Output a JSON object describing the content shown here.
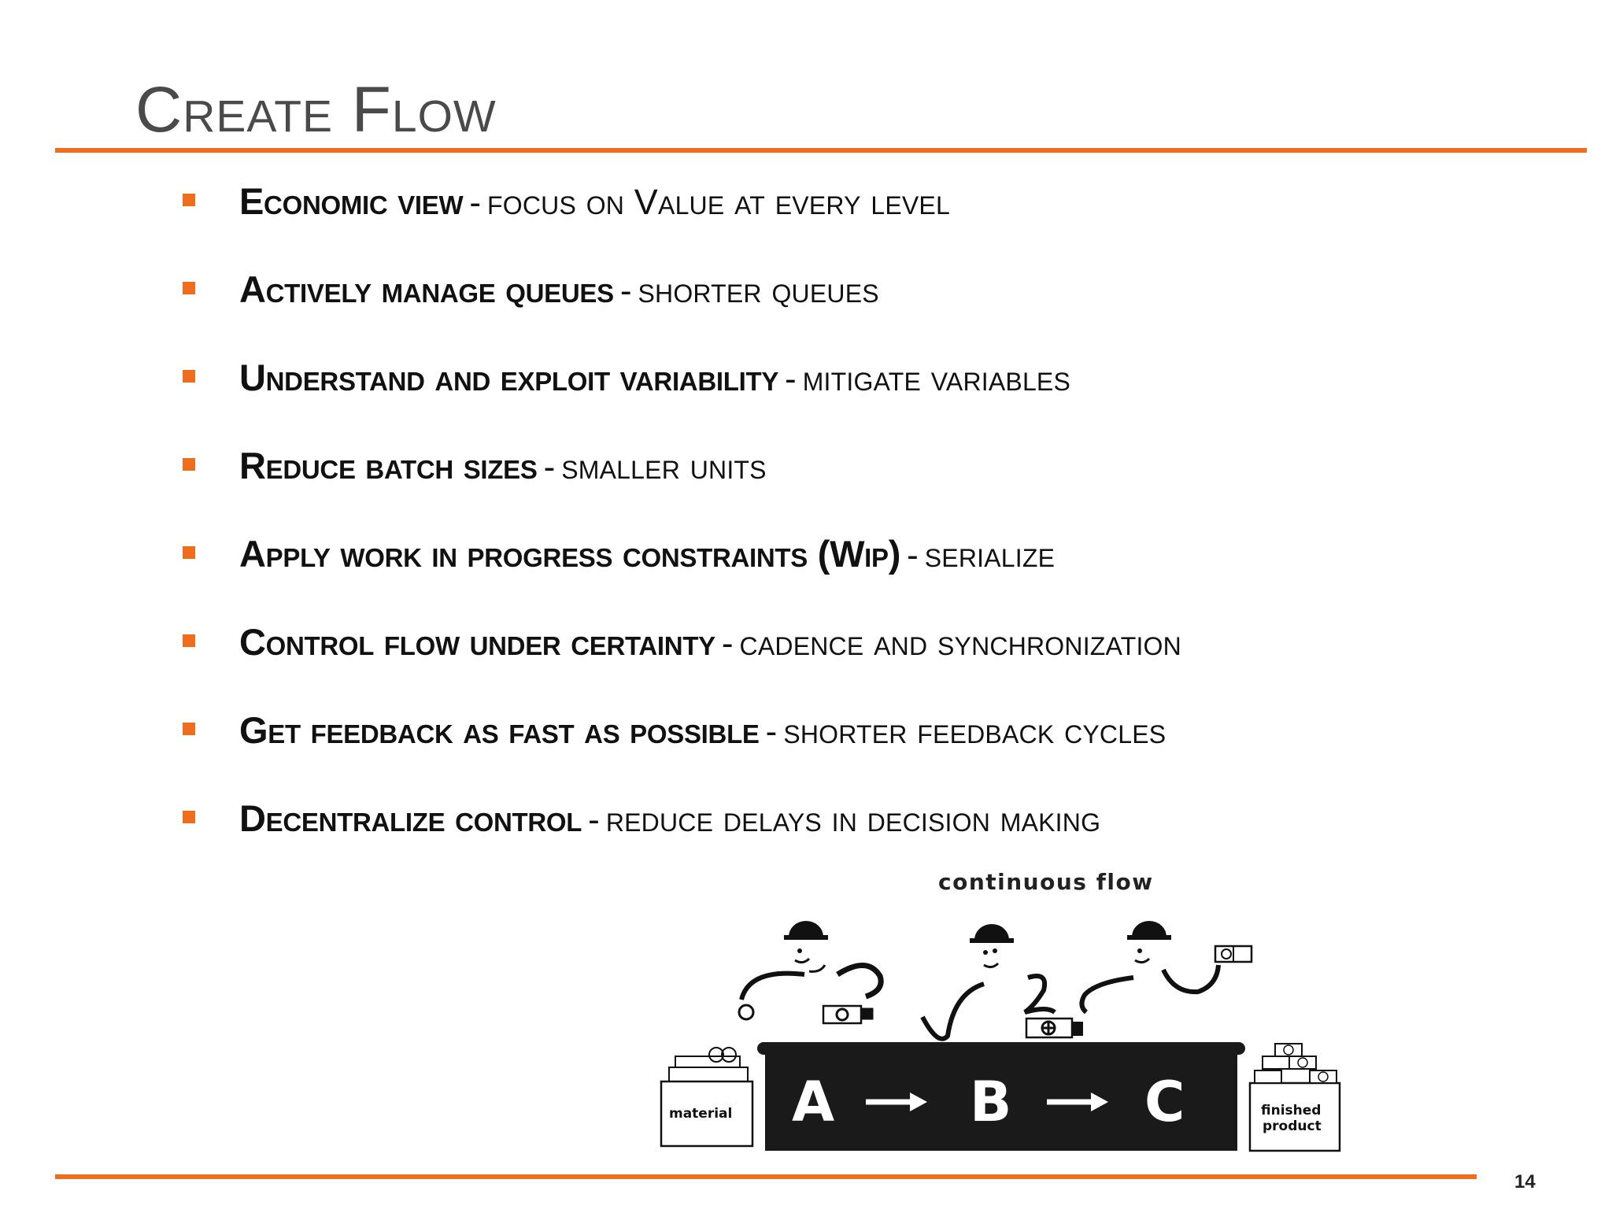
{
  "slide": {
    "title": "Create Flow",
    "page_number": "14"
  },
  "bullets": [
    {
      "lead": "Economic view",
      "sep": "-",
      "desc": "focus on Value at every level"
    },
    {
      "lead": "Actively manage queues",
      "sep": "-",
      "desc": "shorter queues"
    },
    {
      "lead": "Understand and exploit variability",
      "sep": "-",
      "desc": "mitigate variables"
    },
    {
      "lead": "Reduce batch sizes",
      "sep": "-",
      "desc": "smaller units"
    },
    {
      "lead": "Apply work in progress constraints (Wip)",
      "sep": "-",
      "desc": "serialize"
    },
    {
      "lead": "Control flow under certainty",
      "sep": "-",
      "desc": "cadence and synchronization"
    },
    {
      "lead": "Get feedback as fast as possible",
      "sep": "-",
      "desc": "shorter feedback cycles"
    },
    {
      "lead": "Decentralize control",
      "sep": "-",
      "desc": "reduce delays in decision making"
    }
  ],
  "figure": {
    "title": "continuous flow",
    "stations": [
      "A",
      "B",
      "C"
    ],
    "input_label": "material",
    "output_label_line1": "finished",
    "output_label_line2": "product"
  },
  "colors": {
    "accent": "#ee6d1f",
    "title": "#4a4a4a",
    "text": "#111111"
  }
}
